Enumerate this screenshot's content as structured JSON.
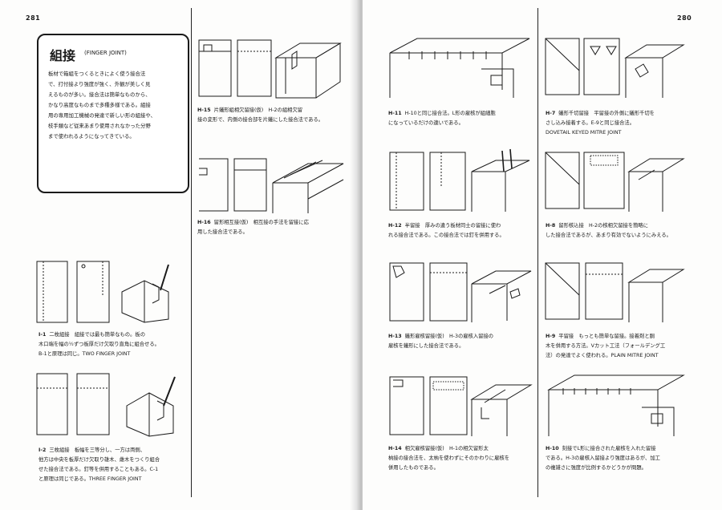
{
  "left_page": {
    "page_number": "281",
    "intro": {
      "title": "組接",
      "subtitle": "(FINGER JOINT)",
      "lines": [
        "板材で箱組をつくるときによく使う接合法",
        "で、打付接より強度が強く、外観が美しく見",
        "えるものが多い。接合法は簡単なものから、",
        "かなり高度なものまで多種多様である。組接",
        "用の専用加工機械の発達で新しい形の組接や、",
        "枝手類など従来あまり使用されなかった分野",
        "まで使われるようになってきている。"
      ]
    },
    "entries": [
      {
        "code": "H-15",
        "lines": [
          "片蟻形組相欠留接(仮)　H-2の組相欠留",
          "接の変形で、内側の接合部を片蟻にした接合法である。"
        ]
      },
      {
        "code": "H-16",
        "lines": [
          "留形相互接(仮)　相互接の手法を留接に応",
          "用した接合法である。"
        ]
      },
      {
        "code": "I-1",
        "lines": [
          "二枚組接　組接では最も簡単なもの。板の",
          "木口端を幅の½ずつ板厚だけ欠取り直角に組合せる。",
          "B-1と原理は同じ。TWO FINGER JOINT"
        ]
      },
      {
        "code": "I-2",
        "lines": [
          "三枚組接　板幅を三等分し、一方は両側、",
          "他方は中央を板厚だけ欠取り雄木、雌木をつくり組合",
          "せた接合法である。釘等を併用することもある。C-1",
          "と原理は同じである。THREE FINGER JOINT"
        ]
      }
    ]
  },
  "right_page": {
    "page_number": "280",
    "entries": [
      {
        "code": "H-11",
        "lines": [
          "H-10と同じ接合法。L形の雇核が組細胞",
          "になっているだけの違いである。"
        ]
      },
      {
        "code": "H-7",
        "lines": [
          "蟻形千切留接　平留接の外側に蟻形千切を",
          "さし込み接着する。E-9と同じ接合法。",
          "DOVETAIL KEYED MITRE JOINT"
        ]
      },
      {
        "code": "H-12",
        "lines": [
          "半留接　厚みの違う板材同士の留接に使わ",
          "れる接合法である。この接合法では釘を併用する。"
        ]
      },
      {
        "code": "H-8",
        "lines": [
          "留形核込接　H-2の核相欠留接を簡略に",
          "した接合法であるが、あまり有効でないようにみえる。"
        ]
      },
      {
        "code": "H-13",
        "lines": [
          "蟻形雇核留接(仮)　H-3の雇核入留接の",
          "雇核を蟻形にした接合法である。"
        ]
      },
      {
        "code": "H-9",
        "lines": [
          "平留接　もっとも簡単な留接。接着剤と胴",
          "木を併用する方法。Vカット工法（フォールデング工",
          "法）の発達でよく使われる。PLAIN MITRE JOINT"
        ]
      },
      {
        "code": "H-14",
        "lines": [
          "相欠雇核留接(仮)　H-1の相欠留形太",
          "枘接の接合法を、太枘を使わずにそのかわりに雇核を",
          "併用したものである。"
        ]
      },
      {
        "code": "H-10",
        "lines": [
          "刻接でL形に接合された雇核を入れた留接",
          "である。H-3の雇核入留接より強度はあるが、加工",
          "の複雑さに強度が比例するかどうかが問題。"
        ]
      }
    ]
  }
}
